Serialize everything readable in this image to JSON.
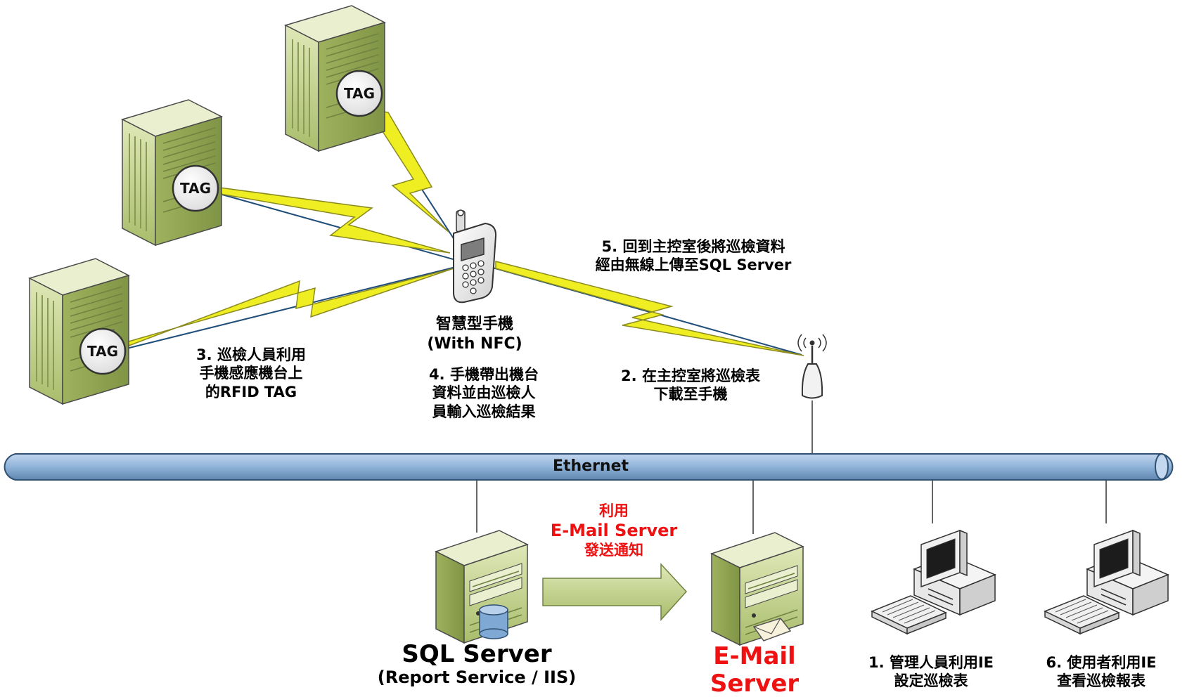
{
  "tags": [
    "TAG",
    "TAG",
    "TAG"
  ],
  "phone": {
    "line1": "智慧型手機",
    "line2": "(With NFC)"
  },
  "steps": {
    "s3": {
      "line1": "3. 巡檢人員利用",
      "line2": "手機感應機台上",
      "line3": "的RFID TAG"
    },
    "s4": {
      "line1": "4. 手機帶出機台",
      "line2": "資料並由巡檢人",
      "line3": "員輸入巡檢結果"
    },
    "s2": {
      "line1": "2. 在主控室將巡檢表",
      "line2": "下載至手機"
    },
    "s5": {
      "line1": "5. 回到主控室後將巡檢資料",
      "line2": "經由無線上傳至SQL Server"
    },
    "s1": {
      "line1": "1. 管理人員利用IE",
      "line2": "設定巡檢表"
    },
    "s6": {
      "line1": "6. 使用者利用IE",
      "line2": "查看巡檢報表"
    }
  },
  "network": {
    "label": "Ethernet"
  },
  "notify": {
    "line1": "利用",
    "line2": "E-Mail Server",
    "line3": "發送通知"
  },
  "sql_server": {
    "title": "SQL Server",
    "subtitle": "(Report Service / IIS)"
  },
  "email_server": {
    "line1": "E-Mail",
    "line2": "Server"
  },
  "colors": {
    "server_body": "#a9bd6b",
    "bus": "#8fb3d9",
    "lightning": "#eeee22",
    "link_line": "#1f4e79",
    "accent_red": "#ee1111"
  },
  "icons": [
    "server-tower-icon",
    "mobile-phone-icon",
    "antenna-icon",
    "database-icon",
    "envelope-icon",
    "desktop-pc-icon",
    "arrow-right-icon"
  ]
}
